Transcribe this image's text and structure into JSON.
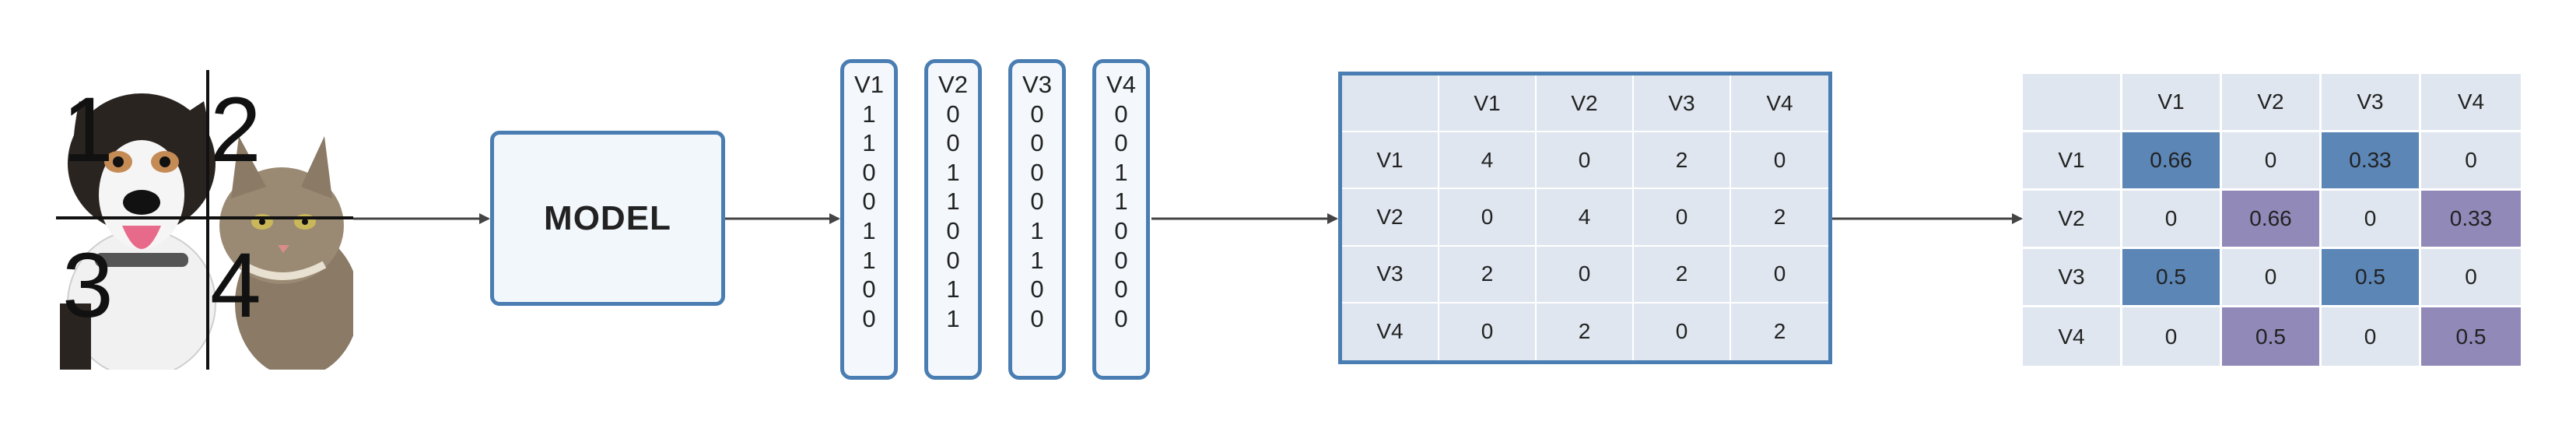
{
  "image_panel": {
    "quadrant_numbers": [
      "1",
      "2",
      "3",
      "4"
    ]
  },
  "model": {
    "label": "MODEL"
  },
  "vectors": [
    {
      "name": "V1",
      "values": [
        "1",
        "1",
        "0",
        "0",
        "1",
        "1",
        "0",
        "0"
      ]
    },
    {
      "name": "V2",
      "values": [
        "0",
        "0",
        "1",
        "1",
        "0",
        "0",
        "1",
        "1"
      ]
    },
    {
      "name": "V3",
      "values": [
        "0",
        "0",
        "0",
        "0",
        "1",
        "1",
        "0",
        "0"
      ]
    },
    {
      "name": "V4",
      "values": [
        "0",
        "0",
        "1",
        "1",
        "0",
        "0",
        "0",
        "0"
      ]
    }
  ],
  "count_matrix": {
    "headers": [
      "V1",
      "V2",
      "V3",
      "V4"
    ],
    "rows": [
      {
        "label": "V1",
        "values": [
          "4",
          "0",
          "2",
          "0"
        ]
      },
      {
        "label": "V2",
        "values": [
          "0",
          "4",
          "0",
          "2"
        ]
      },
      {
        "label": "V3",
        "values": [
          "2",
          "0",
          "2",
          "0"
        ]
      },
      {
        "label": "V4",
        "values": [
          "0",
          "2",
          "0",
          "2"
        ]
      }
    ]
  },
  "normalized_matrix": {
    "headers": [
      "V1",
      "V2",
      "V3",
      "V4"
    ],
    "rows": [
      {
        "label": "V1",
        "values": [
          "0.66",
          "0",
          "0.33",
          "0"
        ],
        "highlight": [
          "blue",
          "none",
          "blue",
          "none"
        ]
      },
      {
        "label": "V2",
        "values": [
          "0",
          "0.66",
          "0",
          "0.33"
        ],
        "highlight": [
          "none",
          "purple",
          "none",
          "purple"
        ]
      },
      {
        "label": "V3",
        "values": [
          "0.5",
          "0",
          "0.5",
          "0"
        ],
        "highlight": [
          "blue",
          "none",
          "blue",
          "none"
        ]
      },
      {
        "label": "V4",
        "values": [
          "0",
          "0.5",
          "0",
          "0.5"
        ],
        "highlight": [
          "none",
          "purple",
          "none",
          "purple"
        ]
      }
    ]
  },
  "colors": {
    "accent_border": "#4a7eb3",
    "cell_bg": "#dfe6ef",
    "highlight_blue": "#5b86b6",
    "highlight_purple": "#9189b8",
    "arrow": "#444444"
  }
}
